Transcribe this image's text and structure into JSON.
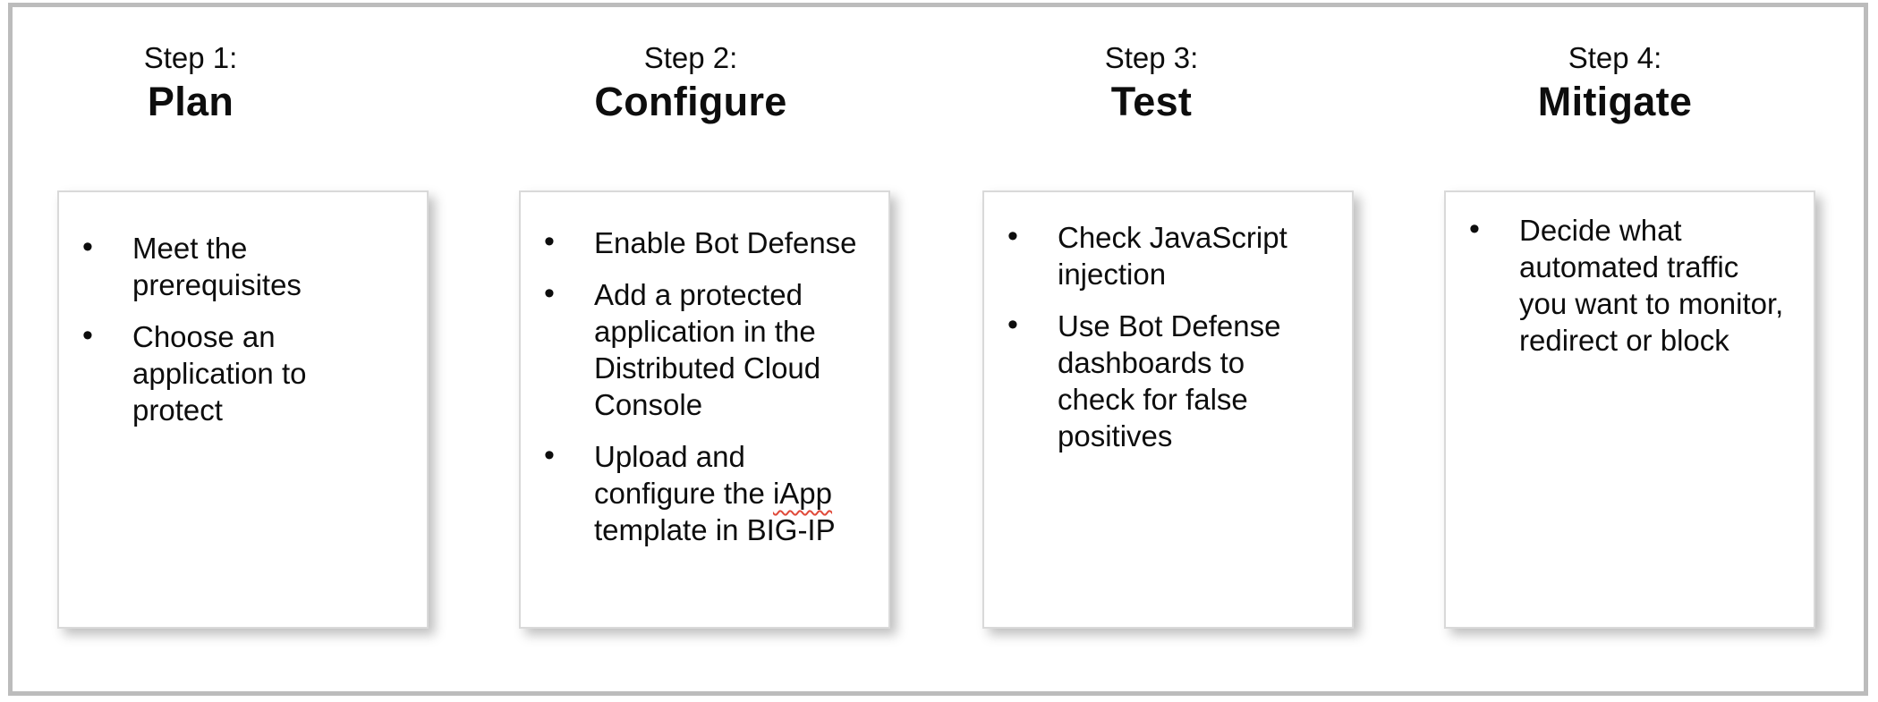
{
  "slide": {
    "columns": [
      {
        "step_label": "Step 1:",
        "title": "Plan",
        "bullets": [
          "Meet the\nprerequisites",
          "Choose an\napplication to\nprotect"
        ]
      },
      {
        "step_label": "Step 2:",
        "title": "Configure",
        "bullets": [
          "Enable Bot Defense",
          "Add a protected\napplication in the\nDistributed Cloud\nConsole",
          {
            "text": "Upload and\nconfigure the iApp\ntemplate in BIG-IP",
            "misspelled_word": "iApp"
          }
        ]
      },
      {
        "step_label": "Step 3:",
        "title": "Test",
        "bullets": [
          "Check JavaScript\ninjection",
          "Use Bot Defense\ndashboards to\ncheck for false\npositives"
        ]
      },
      {
        "step_label": "Step 4:",
        "title": "Mitigate",
        "bullets": [
          "Decide what\nautomated traffic\nyou want to monitor,\nredirect or block"
        ]
      }
    ],
    "colors": {
      "text": "#0d0d0d",
      "frame_border": "#bcbcbc",
      "card_border": "#d9d9d9",
      "spellcheck_underline": "#e04a3a"
    }
  }
}
